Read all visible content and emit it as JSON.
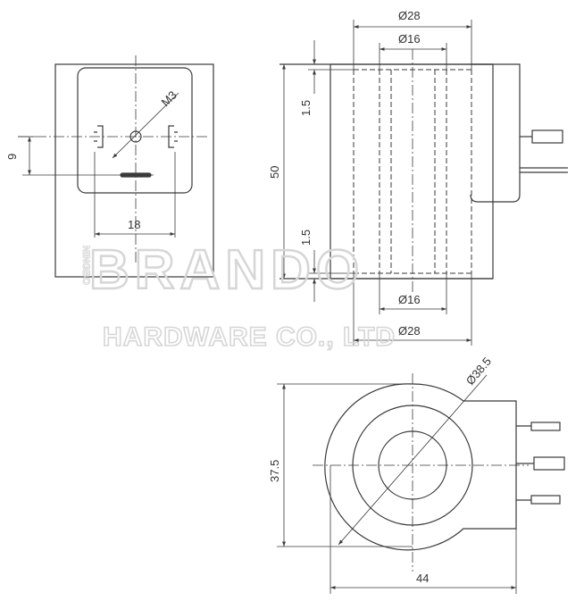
{
  "watermark": {
    "brand": "BRANDO",
    "subtitle": "HARDWARE CO., LTD",
    "city": "NINGBO"
  },
  "front_view": {
    "thread_label": "M3",
    "offset_label": "9",
    "width_label": "18"
  },
  "side_view": {
    "outer_top": "Ø28",
    "inner_top": "Ø16",
    "height": "50",
    "flange_top": "1.5",
    "flange_bottom": "1.5",
    "inner_bottom": "Ø16",
    "outer_bottom": "Ø28"
  },
  "top_view": {
    "diameter": "Ø38.5",
    "height": "37.5",
    "width": "44"
  },
  "colors": {
    "line": "#3a3a3a",
    "watermark": "#d6d6d6"
  }
}
